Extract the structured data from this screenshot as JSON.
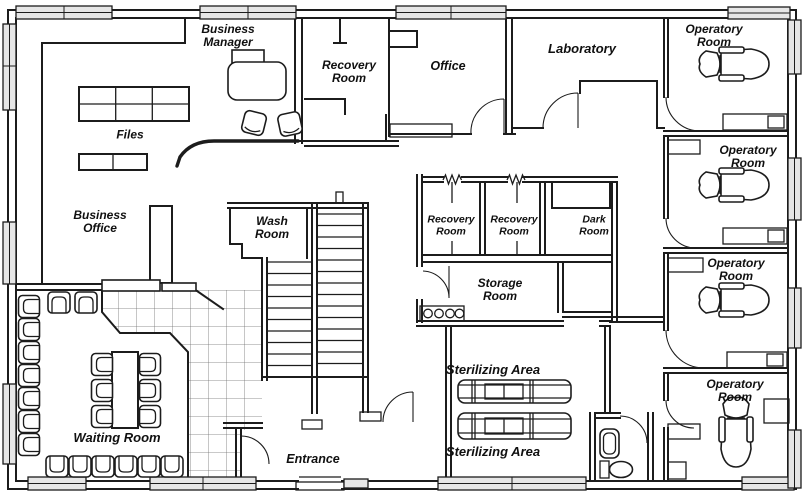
{
  "floor_plan": {
    "rooms": [
      {
        "id": "business-manager",
        "label": "Business\nManager"
      },
      {
        "id": "files",
        "label": "Files"
      },
      {
        "id": "business-office",
        "label": "Business\nOffice"
      },
      {
        "id": "recovery-room-front",
        "label": "Recovery\nRoom"
      },
      {
        "id": "office",
        "label": "Office"
      },
      {
        "id": "laboratory",
        "label": "Laboratory"
      },
      {
        "id": "operatory-room-1",
        "label": "Operatory\nRoom"
      },
      {
        "id": "operatory-room-2",
        "label": "Operatory\nRoom"
      },
      {
        "id": "operatory-room-3",
        "label": "Operatory\nRoom"
      },
      {
        "id": "operatory-room-4",
        "label": "Operatory\nRoom"
      },
      {
        "id": "wash-room",
        "label": "Wash\nRoom"
      },
      {
        "id": "recovery-room-a",
        "label": "Recovery\nRoom"
      },
      {
        "id": "recovery-room-b",
        "label": "Recovery\nRoom"
      },
      {
        "id": "dark-room",
        "label": "Dark\nRoom"
      },
      {
        "id": "storage-room",
        "label": "Storage\nRoom"
      },
      {
        "id": "sterilizing-area-1",
        "label": "Sterilizing Area"
      },
      {
        "id": "sterilizing-area-2",
        "label": "Sterilizing Area"
      },
      {
        "id": "waiting-room",
        "label": "Waiting Room"
      },
      {
        "id": "entrance",
        "label": "Entrance"
      }
    ],
    "fixtures": [
      "file-cabinets",
      "manager-desk",
      "guest-chairs",
      "reception-counter",
      "staircase",
      "dental-chair",
      "sterilizing-bench",
      "supply-cabinet",
      "sink",
      "toilet",
      "waiting-chairs",
      "coffee-table",
      "curtain-symbol",
      "window",
      "door-swing",
      "tiled-hallway"
    ],
    "colors": {
      "line": "#1c1c1c",
      "background": "#ffffff",
      "window_fill": "#e6e6e6",
      "tile_line": "#6f6f6f"
    }
  }
}
